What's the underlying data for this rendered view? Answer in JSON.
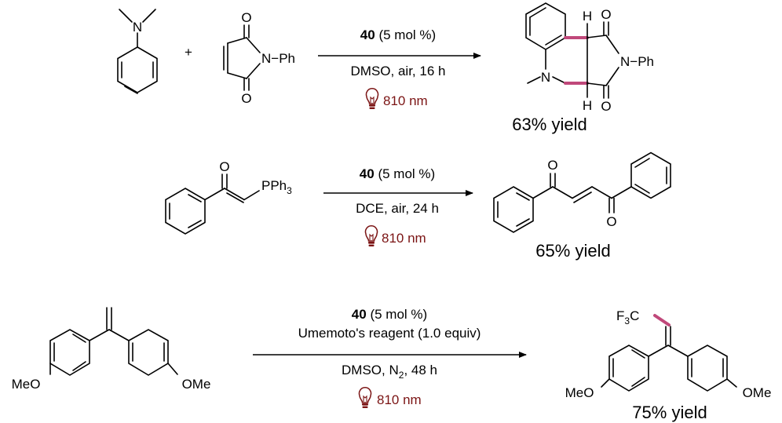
{
  "reaction1": {
    "plus": "+",
    "conditions": {
      "catalyst": "40",
      "loading": " (5 mol %)",
      "line2": "DMSO, air, 16 h",
      "light": "810 nm"
    },
    "yield": "63% yield",
    "labels": {
      "N": "N",
      "N_Ph": "N−Ph",
      "O": "O",
      "H": "H"
    }
  },
  "reaction2": {
    "conditions": {
      "catalyst": "40",
      "loading": " (5 mol %)",
      "line2": "DCE, air, 24 h",
      "light": "810 nm"
    },
    "yield": "65% yield",
    "labels": {
      "O": "O",
      "PPh": "PPh",
      "three": "3"
    }
  },
  "reaction3": {
    "conditions": {
      "catalyst": "40",
      "loading": " (5 mol %)",
      "reagent": "Umemoto's reagent (1.0 equiv)",
      "line3_a": "DMSO, N",
      "line3_sub": "2",
      "line3_b": ", 48 h",
      "light": "810 nm"
    },
    "yield": "75% yield",
    "labels": {
      "MeO": "MeO",
      "OMe": "OMe",
      "F3C_F": "F",
      "F3C_3": "3",
      "F3C_C": "C"
    }
  },
  "colors": {
    "highlight_bond": "#c0487a",
    "light_text": "#7b1414"
  },
  "icons": {
    "light": "lightbulb-icon"
  }
}
